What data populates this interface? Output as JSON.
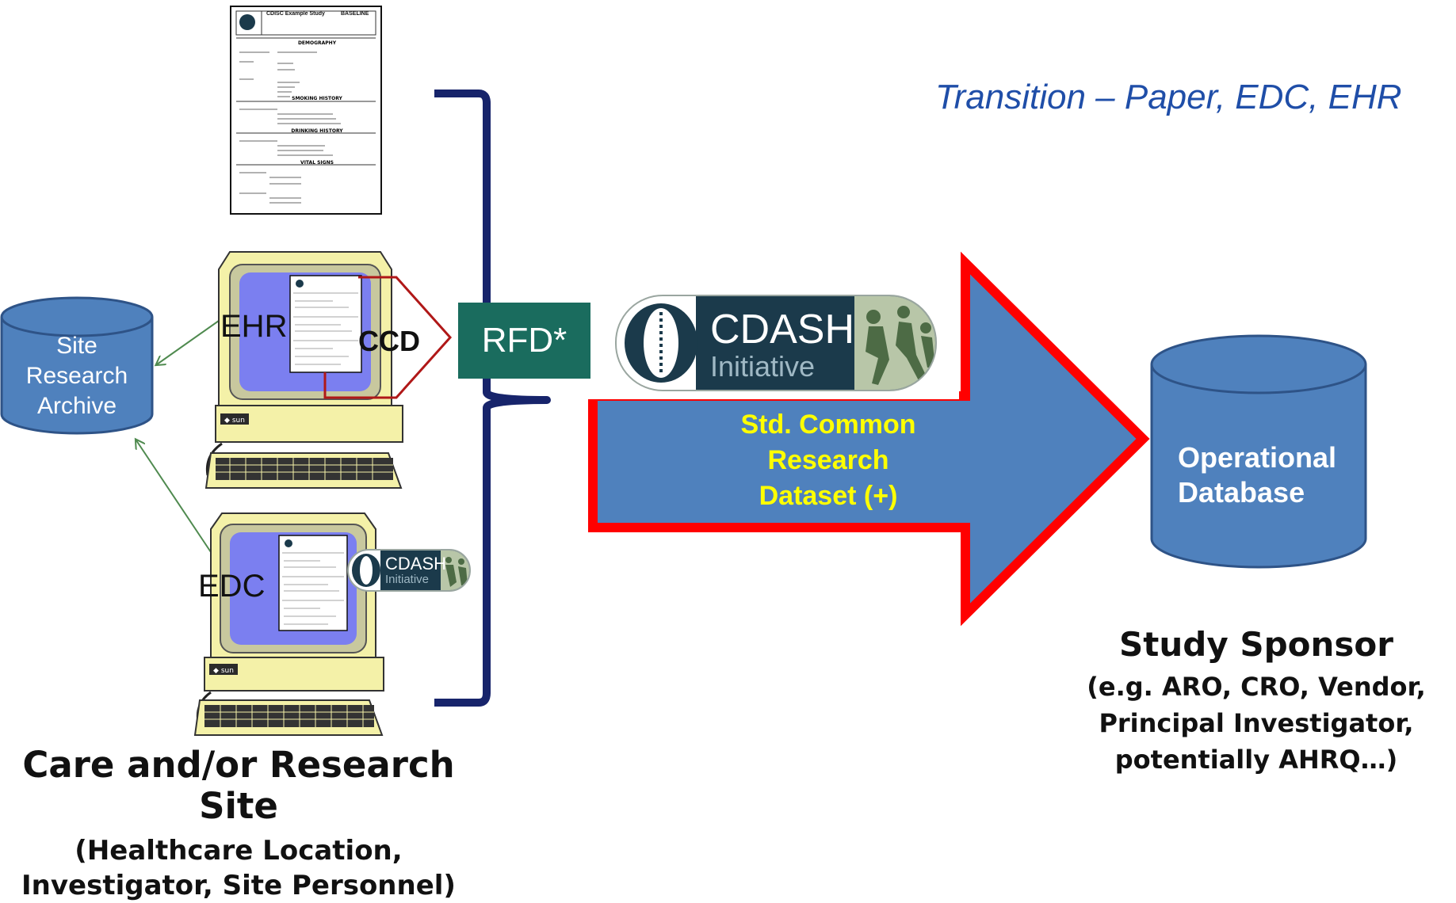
{
  "title": "Transition – Paper, EDC, EHR",
  "site": {
    "archive_label": [
      "Site",
      "Research",
      "Archive"
    ],
    "ehr_label": "EHR",
    "edc_label": "EDC",
    "ccd_label": "CCD",
    "caption_main": "Care and/or Research Site",
    "caption_sub": [
      "(Healthcare Location,",
      "Investigator, Site Personnel)"
    ]
  },
  "rfd_label": "RFD*",
  "cdash_logo": {
    "line1": "CDASH",
    "line2": "Initiative"
  },
  "arrow_label": [
    "Std. Common",
    "Research",
    "Dataset (+)"
  ],
  "sponsor": {
    "db_label": [
      "Operational",
      "Database"
    ],
    "caption_main": "Study Sponsor",
    "caption_sub": [
      "(e.g. ARO, CRO, Vendor,",
      "Principal Investigator,",
      "potentially AHRQ…)"
    ]
  },
  "crf": {
    "header": "CDISC Example Study",
    "baseline": "BASELINE",
    "sections": [
      "DEMOGRAPHY",
      "SMOKING HISTORY",
      "DRINKING HISTORY",
      "VITAL SIGNS"
    ]
  },
  "colors": {
    "cylinder_fill": "#4f81bd",
    "cylinder_stroke": "#2e5387",
    "arrow_fill": "#4f81bd",
    "arrow_outline": "#ff0000",
    "bracket": "#17246b",
    "rfd_box": "#1a6c5e",
    "arrow_text": "#ffff00",
    "title_text": "#1f4ea8",
    "monitor_body": "#f4f1a8",
    "monitor_screen": "#7b7ff0",
    "connector": "#4f8a4f",
    "ccd_outline": "#b01818"
  }
}
